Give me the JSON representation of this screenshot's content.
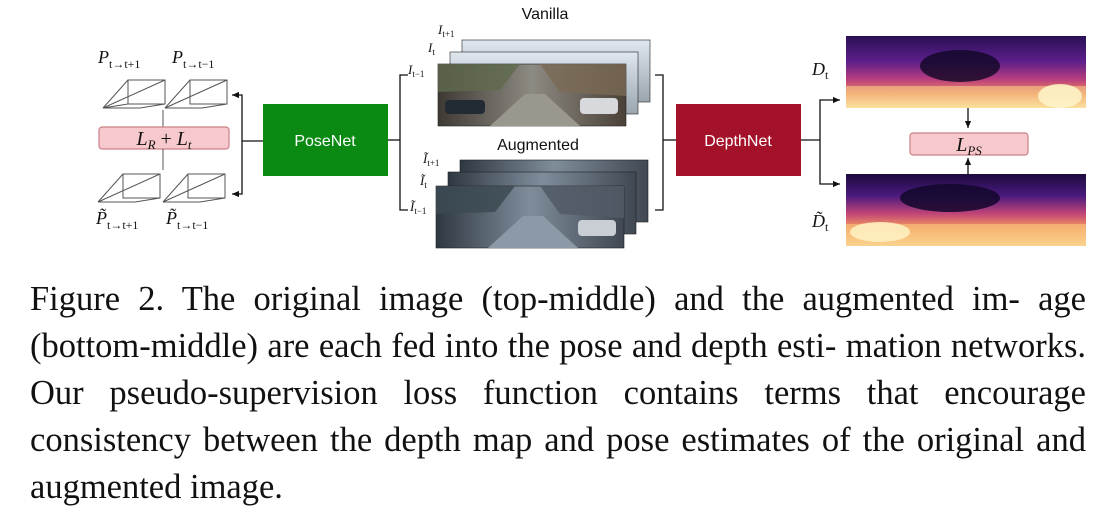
{
  "figure": {
    "pose_labels": {
      "p_fwd": "P",
      "p_fwd_sub": "t→t+1",
      "p_bwd": "P",
      "p_bwd_sub": "t→t−1",
      "pt_fwd": "P̃",
      "pt_fwd_sub": "t→t+1",
      "pt_bwd": "P̃",
      "pt_bwd_sub": "t→t−1"
    },
    "loss_box": {
      "l": "L",
      "l_sub": "R",
      "plus": " + ",
      "l2": "L",
      "l2_sub": "t"
    },
    "posenet_label": "PoseNet",
    "depthnet_label": "DepthNet",
    "vanilla_title": "Vanilla",
    "augmented_title": "Augmented",
    "frame_labels_vanilla": [
      {
        "base": "I",
        "sub": "t+1"
      },
      {
        "base": "I",
        "sub": "t"
      },
      {
        "base": "I",
        "sub": "t−1"
      }
    ],
    "frame_labels_augmented": [
      {
        "base": "Ĩ",
        "sub": "t+1"
      },
      {
        "base": "Ĩ",
        "sub": "t"
      },
      {
        "base": "Ĩ",
        "sub": "t−1"
      }
    ],
    "depth_labels": {
      "d": "D",
      "d_sub": "t",
      "dt": "D̃",
      "dt_sub": "t"
    },
    "lps_box": {
      "l": "L",
      "l_sub": "PS"
    },
    "colors": {
      "posenet": "#0a8a12",
      "depthnet": "#a4122a",
      "loss_fill": "#f8c9cc",
      "loss_stroke": "#c98088"
    }
  },
  "caption": "Figure 2. The original image (top-middle) and the augmented im- age (bottom-middle) are each fed into the pose and depth esti- mation networks. Our pseudo-supervision loss function contains terms that encourage consistency between the depth map and pose estimates of the original and augmented image."
}
